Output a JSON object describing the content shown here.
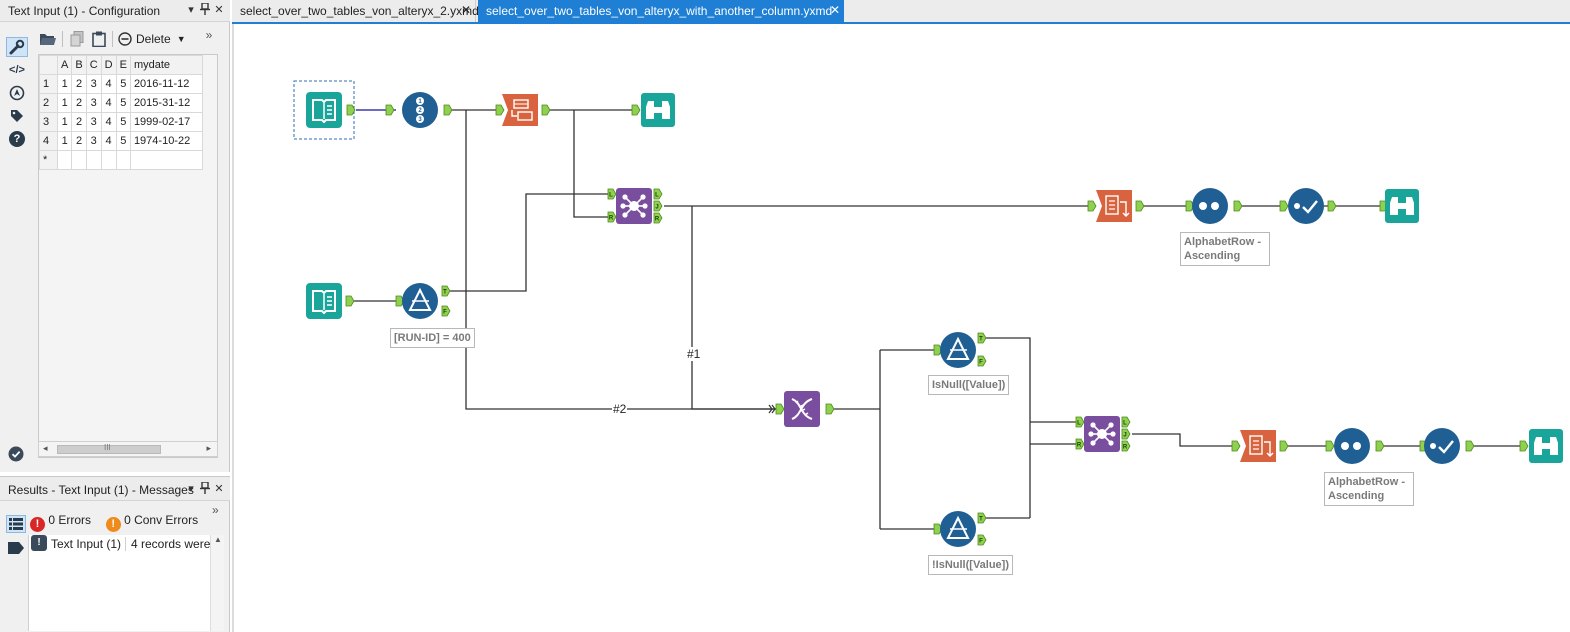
{
  "config_panel": {
    "title": "Text Input (1) - Configuration",
    "toolbar": {
      "delete_label": "Delete",
      "overflow_label": "»"
    },
    "grid": {
      "columns": [
        "A",
        "B",
        "C",
        "D",
        "E",
        "mydate"
      ],
      "rows": [
        {
          "num": "1",
          "cells": [
            "1",
            "2",
            "3",
            "4",
            "5",
            "2016-11-12"
          ]
        },
        {
          "num": "2",
          "cells": [
            "1",
            "2",
            "3",
            "4",
            "5",
            "2015-31-12"
          ]
        },
        {
          "num": "3",
          "cells": [
            "1",
            "2",
            "3",
            "4",
            "5",
            "1999-02-17"
          ]
        },
        {
          "num": "4",
          "cells": [
            "1",
            "2",
            "3",
            "4",
            "5",
            "1974-10-22"
          ]
        }
      ],
      "new_row_marker": "*"
    },
    "scroll_thumb_grip": "III"
  },
  "results_panel": {
    "title": "Results - Text Input (1) - Messages",
    "errors": "0 Errors",
    "conv_errors": "0 Conv Errors",
    "overflow_label": "»",
    "message": {
      "tool": "Text Input (1)",
      "text": "4 records were"
    }
  },
  "tabs": [
    {
      "label": "select_over_two_tables_von_alteryx_2.yxmd",
      "active": false
    },
    {
      "label": "select_over_two_tables_von_alteryx_with_another_column.yxmd",
      "active": true
    }
  ],
  "canvas": {
    "annotations": {
      "filter_runid": "[RUN-ID] = 400",
      "sort_top": "AlphabetRow - Ascending",
      "sort_bottom": "AlphabetRow - Ascending",
      "filter_isnull": "IsNull([Value])",
      "filter_notnull": "!IsNull([Value])"
    },
    "connection_labels": {
      "c1": "#1",
      "c2": "#2"
    },
    "anchor_labels": {
      "true": "T",
      "false": "F",
      "left": "L",
      "join": "J",
      "right": "R"
    },
    "colors": {
      "input": "#1aa59a",
      "prep": "#1f5f93",
      "join": "#7a4e9e",
      "parse": "#d9633f",
      "browse": "#1aa59a",
      "anchor": "#8fd14f",
      "selection": "#2d6fb5"
    }
  }
}
